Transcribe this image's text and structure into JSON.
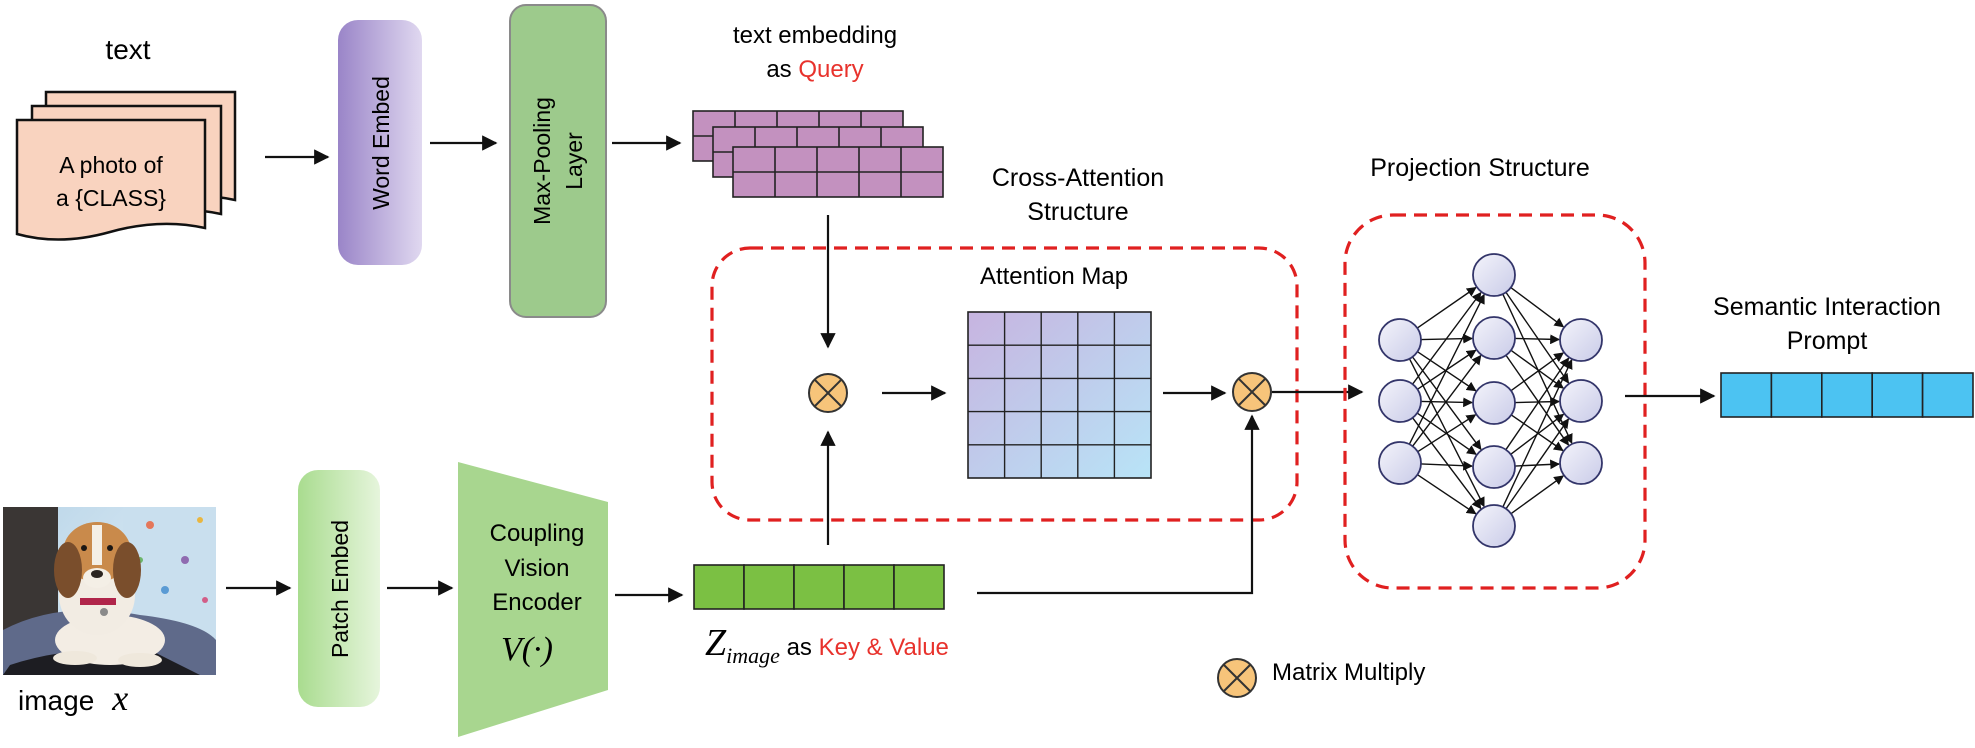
{
  "text_input": {
    "label": "text",
    "doc_line1": "A photo of",
    "doc_line2": "a {CLASS}"
  },
  "word_embed": {
    "label": "Word Embed"
  },
  "max_pooling": {
    "line1": "Max-Pooling",
    "line2": "Layer"
  },
  "text_embedding": {
    "line1": "text embedding",
    "line2_prefix": "as ",
    "line2_highlight": "Query"
  },
  "cross_attention": {
    "title_line1": "Cross-Attention",
    "title_line2": "Structure",
    "attention_map": "Attention Map"
  },
  "projection": {
    "title": "Projection Structure"
  },
  "output": {
    "line1": "Semantic Interaction",
    "line2": "Prompt"
  },
  "image_input": {
    "label": "image",
    "var": "x"
  },
  "patch_embed": {
    "label": "Patch Embed"
  },
  "encoder": {
    "line1": "Coupling",
    "line2": "Vision",
    "line3": "Encoder",
    "formula": "V(·)"
  },
  "z_image": {
    "symbol": "Z",
    "subscript": "image",
    "prefix": " as ",
    "highlight": "Key & Value"
  },
  "legend": {
    "matrix_multiply": "Matrix Multiply"
  },
  "colors": {
    "highlight_red": "#e8322c",
    "dashed_red": "#e02020",
    "doc_fill": "#f9d3bf",
    "purple_token": "#c391bf",
    "green_token": "#7bc043",
    "blue_token": "#4cc3f2",
    "multiply_fill": "#f7c47a"
  }
}
